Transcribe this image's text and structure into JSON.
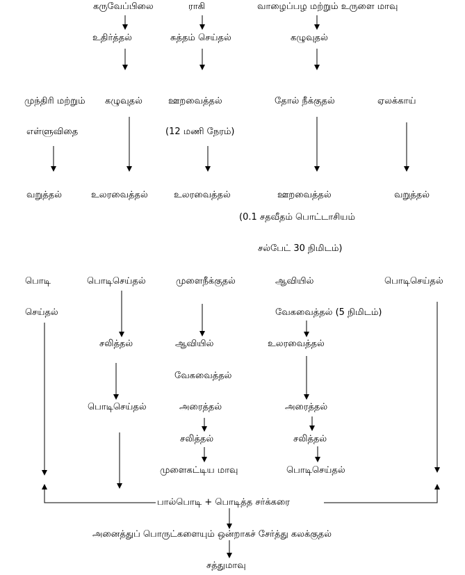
{
  "col1": {
    "karuveppilai": "கருவேப்பிலை",
    "uthirthal": "உதிர்த்தல்"
  },
  "col2": {
    "raagi": "ராகி",
    "suththam": "சுத்தம் செய்தல்"
  },
  "col3": {
    "vazhai": "வாழைப்பழ மற்றும் உருளை மாவு",
    "kazhuvuthal": "கழுவுதல்"
  },
  "row2": {
    "munthiri": "முந்திரி மற்றும்",
    "ellu": "எள்ளுவிதை",
    "kazhuvuthal": "கழுவுதல்",
    "ooravaiththal": "ஊறவைத்தல்",
    "hours": "(12 மணி நேரம்)",
    "thol": "தோல் நீக்குதல்",
    "elakkai": "ஏலக்காய்"
  },
  "row3": {
    "varuththal_1": "வறுத்தல்",
    "ularavaiththal_1": "உலரவைத்தல்",
    "ularavaiththal_2": "உலரவைத்தல்",
    "ooravaiththal": "ஊறவைத்தல்",
    "varuththal_2": "வறுத்தல்",
    "percent_line1": "(0.1 சதவீதம் பொட்டாசியம்",
    "percent_line2": "சல்பேட் 30 நிமிடம்)"
  },
  "row4": {
    "podi": "பொடி",
    "seithal": "செய்தல்",
    "podiseithal_a": "பொடிசெய்தல்",
    "mulainikkuthal": "முளைநீக்குதல்",
    "aaviyil_a": "ஆவியில்",
    "podiseithal_b": "பொடிசெய்தல்",
    "vegavaiththal_5": "வேகவைத்தல் (5 நிமிடம்)"
  },
  "row5": {
    "salithal_a": "சலித்தல்",
    "aaviyil_b": "ஆவியில்",
    "ularavaiththal": "உலரவைத்தல்",
    "vegavaiththal": "வேகவைத்தல்",
    "podiseithal_c": "பொடிசெய்தல்",
    "araithal_a": "அரைத்தல்",
    "araithal_b": "அரைத்தல்",
    "salithal_b": "சலித்தல்",
    "salithal_c": "சலித்தல்",
    "mulaikattiya": "முளைகட்டிய மாவு",
    "podiseithal_d": "பொடிசெய்தல்"
  },
  "bottom": {
    "palpodi": "பால்பொடி + பொடித்த சர்க்கரை",
    "mixing": "அனைத்துப் பொருட்களையும் ஒன்றாகச் சேர்த்து கலக்குதல்",
    "final": "சத்துமாவு"
  }
}
